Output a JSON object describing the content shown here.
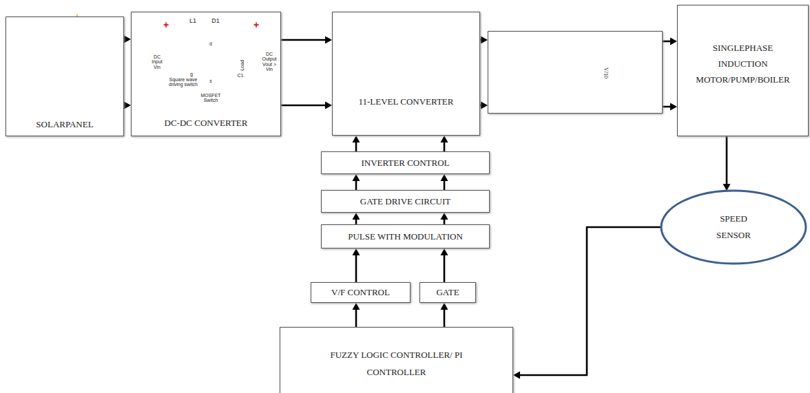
{
  "diagram": {
    "nodes": [
      {
        "text": [
          "SOLARPANEL"
        ]
      },
      {
        "text": [
          "DC-DC CONVERTER"
        ]
      },
      {
        "text": [
          "11-LEVEL CONVERTER"
        ]
      },
      {
        "text": [
          "V/10"
        ]
      },
      {
        "text": [
          "SINGLEPHASE INDUCTION MOTOR/PUMP/BOILER"
        ]
      },
      {
        "text": [
          "INVERTER CONTROL"
        ]
      },
      {
        "text": [
          "GATE DRIVE CIRCUIT"
        ]
      },
      {
        "text": [
          "PULSE WITH MODULATION"
        ]
      },
      {
        "text": [
          "V/F CONTROL"
        ]
      },
      {
        "text": [
          "GATE"
        ]
      },
      {
        "text": [
          "FUZZY LOGIC CONTROLLER/ PI CONTROLLER"
        ]
      },
      {
        "text": [
          "SPEED SENSOR"
        ]
      }
    ],
    "edges": [
      {
        "from": 0,
        "to": 1,
        "arrow": "to"
      },
      {
        "from": 0,
        "to": 1,
        "arrow": "to"
      },
      {
        "from": 1,
        "to": 2,
        "arrow": "to"
      },
      {
        "from": 1,
        "to": 2,
        "arrow": "to"
      },
      {
        "from": 2,
        "to": 3,
        "arrow": "to"
      },
      {
        "from": 2,
        "to": 3,
        "arrow": "to"
      },
      {
        "from": 3,
        "to": 4,
        "arrow": "to"
      },
      {
        "from": 3,
        "to": 4,
        "arrow": "to"
      },
      {
        "from": 5,
        "to": 2,
        "arrow": "to"
      },
      {
        "from": 5,
        "to": 2,
        "arrow": "to"
      },
      {
        "from": 6,
        "to": 5,
        "arrow": "to"
      },
      {
        "from": 6,
        "to": 5,
        "arrow": "to"
      },
      {
        "from": 7,
        "to": 6,
        "arrow": "to"
      },
      {
        "from": 7,
        "to": 6,
        "arrow": "to"
      },
      {
        "from": 8,
        "to": 7,
        "arrow": "to"
      },
      {
        "from": 9,
        "to": 7,
        "arrow": "to"
      },
      {
        "from": 10,
        "to": 8,
        "arrow": "to"
      },
      {
        "from": 10,
        "to": 9,
        "arrow": "to"
      },
      {
        "from": 4,
        "to": 11,
        "arrow": "to"
      },
      {
        "from": 11,
        "to": 10,
        "arrow": "to"
      }
    ],
    "labels": [
      "+",
      "L1",
      "D1",
      "+",
      "DC Input Vin",
      "Square wave driving switch",
      "MOSFET Switch",
      "d",
      "g",
      "s",
      "C1",
      "Load",
      "DC Output Vout > Vin"
    ]
  }
}
